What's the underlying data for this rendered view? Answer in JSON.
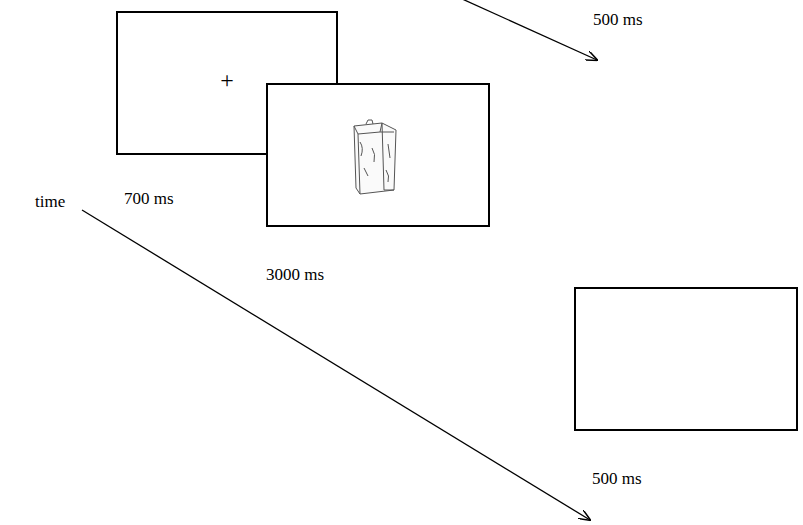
{
  "diagram": {
    "nodes": [
      {
        "text": [
          "+",
          "700 ms"
        ]
      },
      {
        "text": [
          "3000 ms"
        ]
      },
      {
        "text": [
          "500 ms"
        ]
      }
    ],
    "labels": [
      "500 ms",
      "time"
    ]
  }
}
